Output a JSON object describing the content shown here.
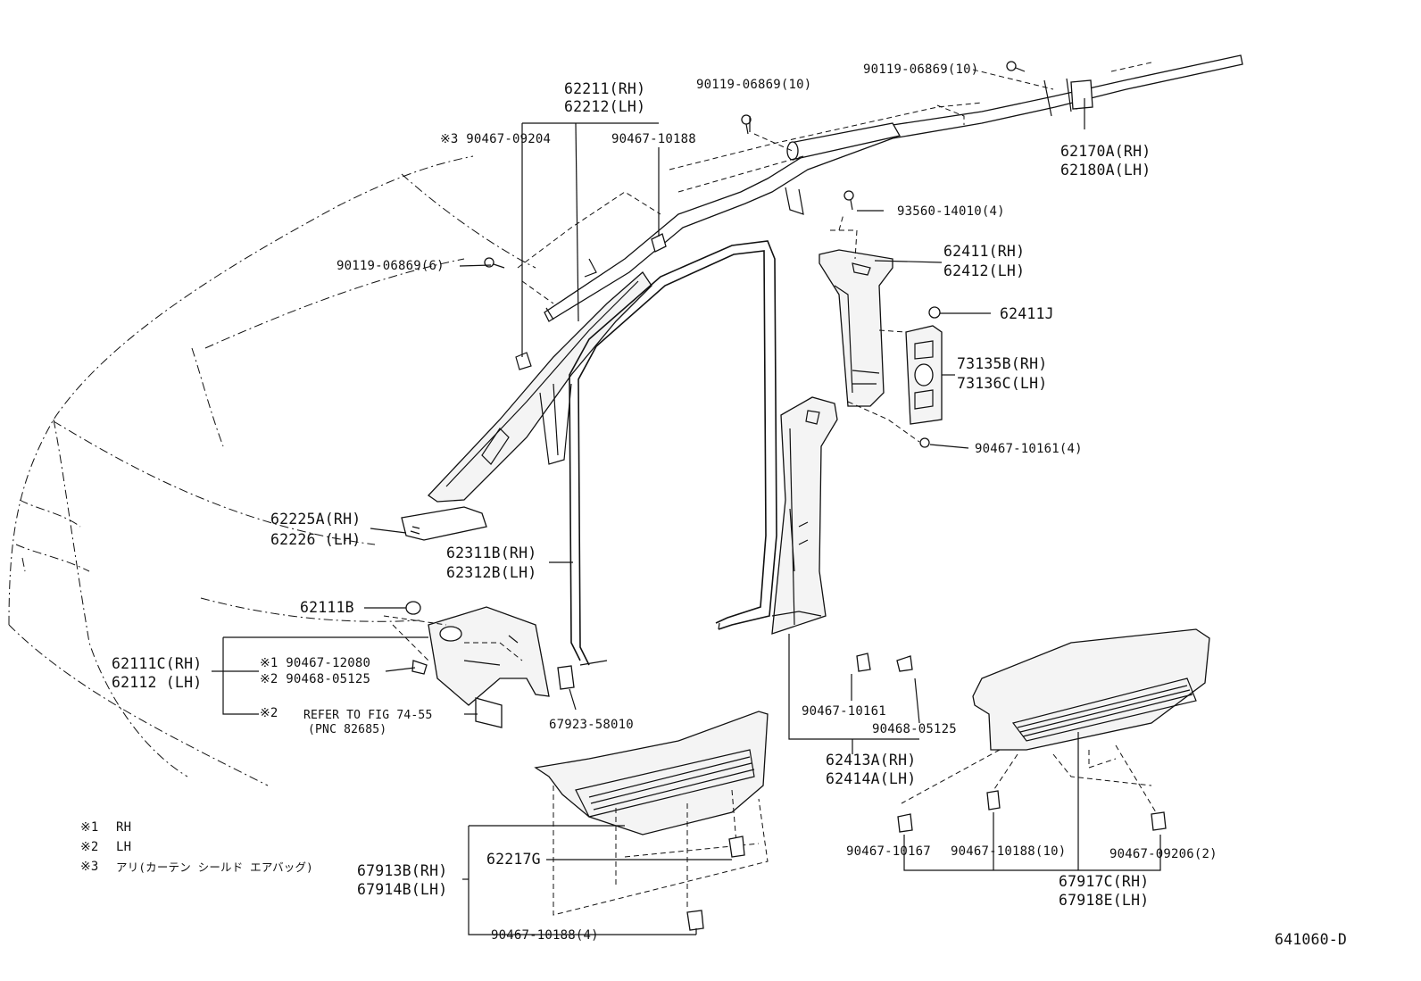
{
  "labels": {
    "p62211": "62211(RH)",
    "p62212": "62212(LH)",
    "mark3_clip": "※3 90467-09204",
    "clip_10188_a": "90467-10188",
    "screw_06869_10a": "90119-06869(10)",
    "screw_06869_10b": "90119-06869(10)",
    "p62170a": "62170A(RH)",
    "p62180a": "62180A(LH)",
    "screw_14010": "93560-14010(4)",
    "screw_06869_6": "90119-06869(6)",
    "p62411": "62411(RH)",
    "p62412": "62412(LH)",
    "p62411j": "62411J",
    "p73135b": "73135B(RH)",
    "p73136c": "73136C(LH)",
    "clip_10161_4": "90467-10161(4)",
    "p62225a": "62225A(RH)",
    "p62226": "62226 (LH)",
    "p62311b": "62311B(RH)",
    "p62312b": "62312B(LH)",
    "p62111b": "62111B",
    "p62111c": "62111C(RH)",
    "p62112": "62112 (LH)",
    "mark1_clip": "※1 90467-12080",
    "mark2_clip": "※2 90468-05125",
    "mark2_refer": "※2",
    "refer_fig": "REFER TO FIG 74-55",
    "refer_pnc": "(PNC 82685)",
    "p67923": "67923-58010",
    "clip_10161": "90467-10161",
    "clip_05125": "90468-05125",
    "p62413a": "62413A(RH)",
    "p62414a": "62414A(LH)",
    "clip_10167": "90467-10167",
    "clip_10188_10": "90467-10188(10)",
    "clip_09206_2": "90467-09206(2)",
    "p62217g": "62217G",
    "p67913b": "67913B(RH)",
    "p67914b": "67914B(LH)",
    "p67917c": "67917C(RH)",
    "p67918e": "67918E(LH)",
    "clip_10188_4": "90467-10188(4)",
    "diagram_id": "641060-D"
  },
  "legend": [
    {
      "mark": "※1",
      "text": "RH"
    },
    {
      "mark": "※2",
      "text": "LH"
    },
    {
      "mark": "※3",
      "text": "アリ(カーテン シールド エアバッグ)"
    }
  ]
}
